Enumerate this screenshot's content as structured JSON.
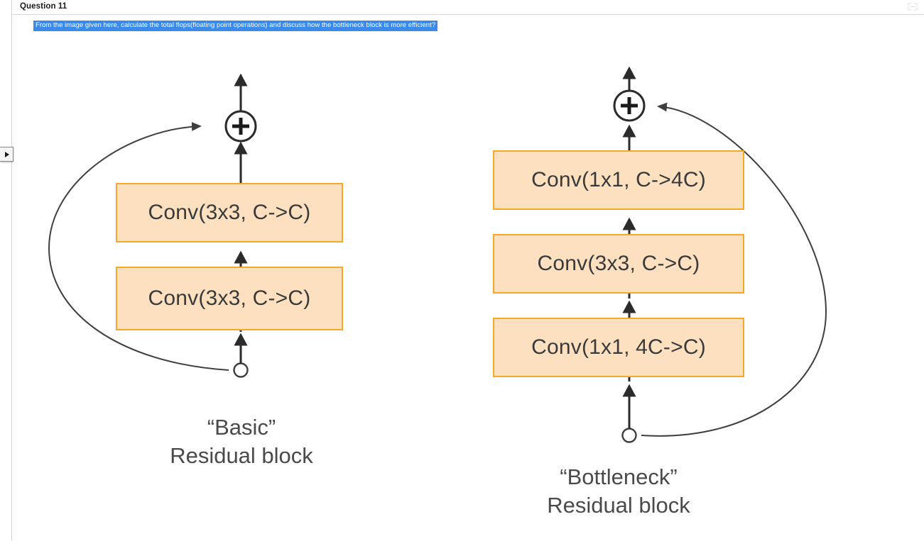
{
  "header": {
    "question_title": "Question 11",
    "expand_icon": "expand-arrows-icon"
  },
  "left_rail": {
    "toggle_icon": "chevron-right-icon"
  },
  "prompt": {
    "text": "From the image given here, calculate the total flops(floating point operations) and discuss how the bottleneck block is more efficient?",
    "highlight_color": "#3b8aea",
    "text_color": "#ffffff"
  },
  "theme": {
    "box_fill": "#fce0c0",
    "box_border": "#f6a828",
    "line_color": "#3f3f3f",
    "text_color": "#3a3a3a",
    "caption_color": "#4a4a4a",
    "page_background": "#ffffff"
  },
  "diagram": {
    "type": "residual-block-comparison",
    "blocks": [
      {
        "id": "basic",
        "caption_line1": "“Basic”",
        "caption_line2": "Residual block",
        "skip_side": "left",
        "layers": [
          {
            "label": "Conv(3x3, C->C)",
            "order": "top"
          },
          {
            "label": "Conv(3x3, C->C)",
            "order": "bottom"
          }
        ],
        "sum_node": "plus-circle",
        "tap_node": "hollow-circle"
      },
      {
        "id": "bottleneck",
        "caption_line1": "“Bottleneck”",
        "caption_line2": "Residual block",
        "skip_side": "right",
        "layers": [
          {
            "label": "Conv(1x1, C->4C)",
            "order": "top"
          },
          {
            "label": "Conv(3x3, C->C)",
            "order": "middle"
          },
          {
            "label": "Conv(1x1, 4C->C)",
            "order": "bottom"
          }
        ],
        "sum_node": "plus-circle",
        "tap_node": "hollow-circle"
      }
    ]
  }
}
